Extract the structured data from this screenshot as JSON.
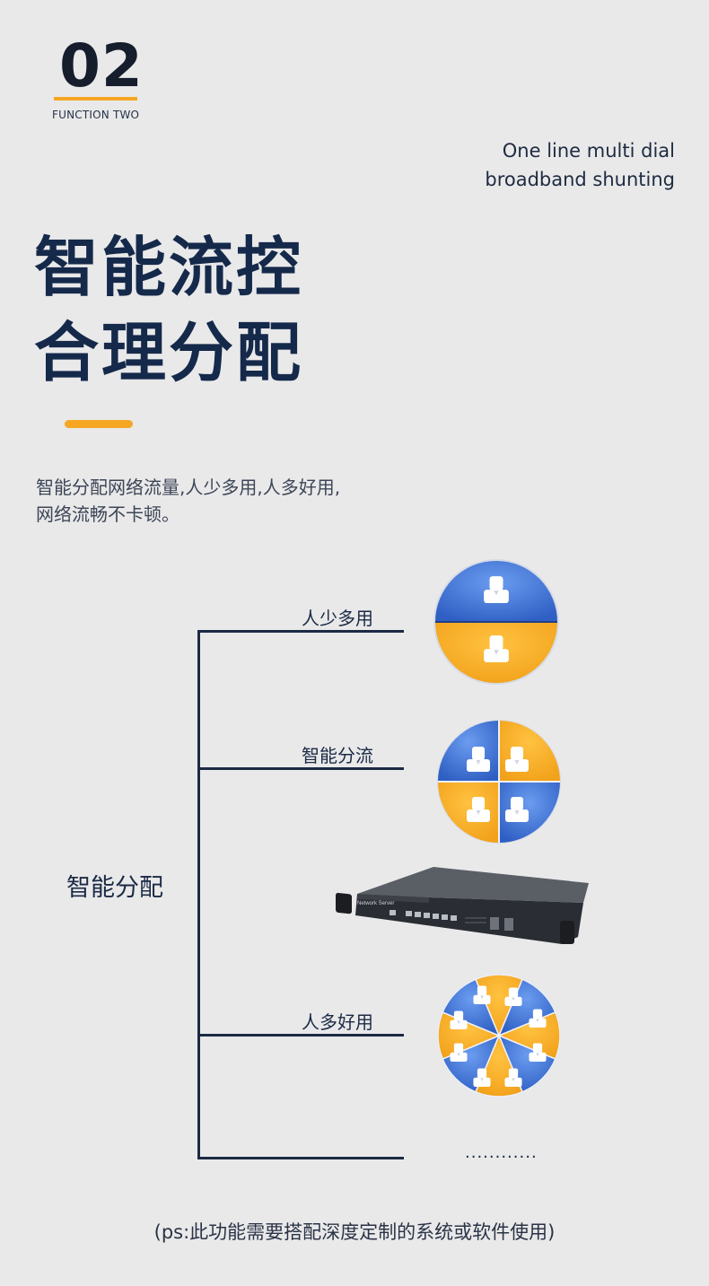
{
  "header": {
    "number": "02",
    "function_label": "FUNCTION TWO",
    "subtitle_line1": "One line multi dial",
    "subtitle_line2": "broadband shunting"
  },
  "headline": {
    "line1": "智能流控",
    "line2": "合理分配"
  },
  "description": {
    "line1": "智能分配网络流量,人少多用,人多好用,",
    "line2": "网络流畅不卡顿。"
  },
  "diagram": {
    "root": "智能分配",
    "branches": [
      {
        "label": "人少多用",
        "icon": "two-user-split-circle-icon"
      },
      {
        "label": "智能分流",
        "icon": "four-user-split-circle-icon"
      },
      {
        "label": "人多好用",
        "icon": "eight-user-split-circle-icon"
      }
    ],
    "device_icon": "network-server-device",
    "ellipsis": "............"
  },
  "footer": {
    "note": "(ps:此功能需要搭配深度定制的系统或软件使用)"
  },
  "colors": {
    "accent": "#f5a623",
    "blue": "#3a6fd0",
    "navy": "#15294a"
  }
}
